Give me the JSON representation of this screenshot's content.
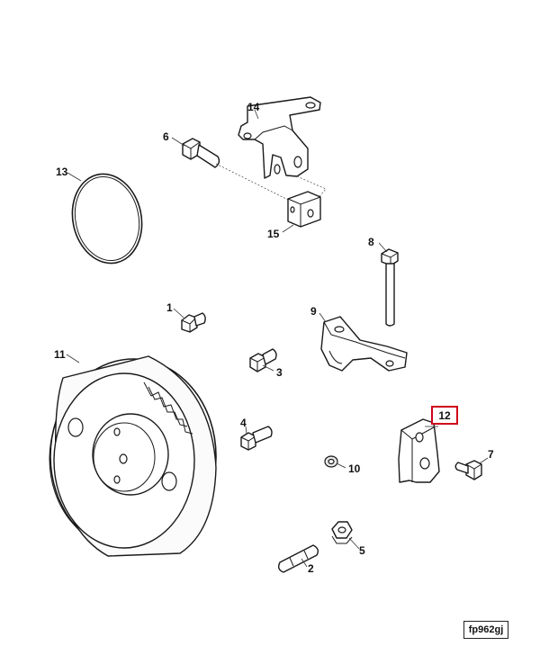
{
  "callouts": {
    "c1": "1",
    "c2": "2",
    "c3": "3",
    "c4": "4",
    "c5": "5",
    "c6": "6",
    "c7": "7",
    "c8": "8",
    "c9": "9",
    "c10": "10",
    "c11": "11",
    "c12": "12",
    "c13": "13",
    "c14": "14",
    "c15": "15"
  },
  "highlighted_callout": "12",
  "highlight_color": "#d0021b",
  "figure_id": "fp962gj"
}
